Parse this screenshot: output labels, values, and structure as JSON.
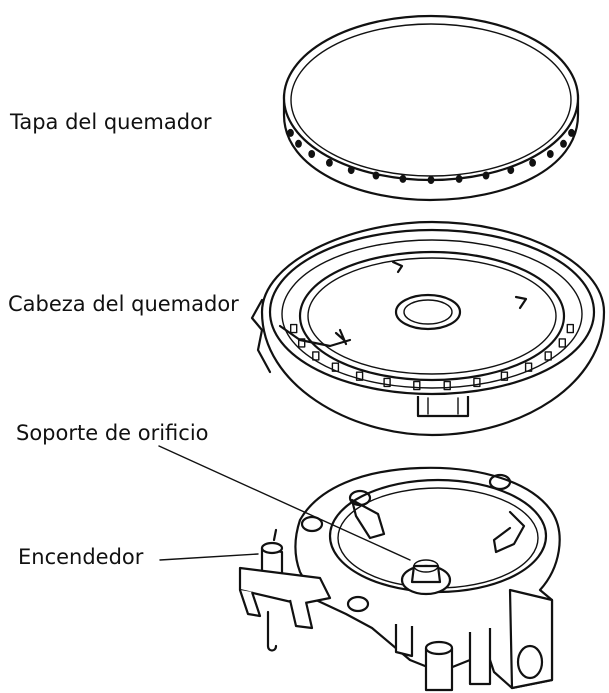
{
  "labels": {
    "tapa": "Tapa del quemador",
    "cabeza": "Cabeza del quemador",
    "soporte": "Soporte de orificio",
    "encendedor": "Encendedor"
  },
  "colors": {
    "line": "#111111",
    "background": "#ffffff"
  }
}
